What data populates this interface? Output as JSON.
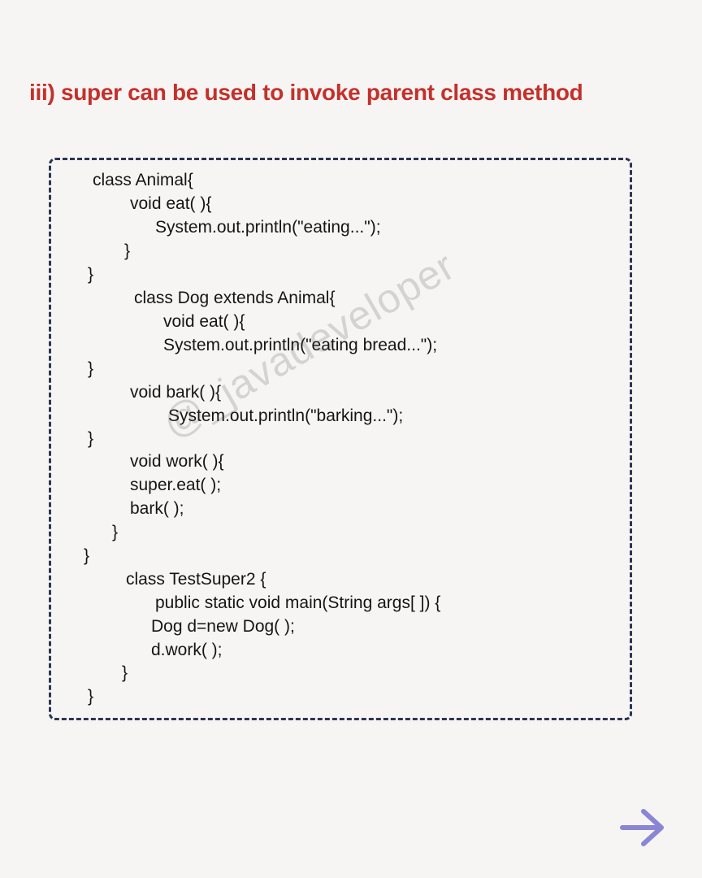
{
  "heading": "iii) super can be used to invoke parent class method",
  "code": {
    "lines": [
      "class Animal{",
      "void eat( ){",
      "System.out.println(\"eating...\");",
      "}",
      "}",
      "class Dog extends Animal{",
      "void eat( ){",
      "System.out.println(\"eating bread...\");",
      "}",
      "void bark( ){",
      "System.out.println(\"barking...\");",
      "}",
      "void work( ){",
      "super.eat( );",
      "bark( );",
      "}",
      "}",
      "class TestSuper2 {",
      "public static void main(String args[ ]) {",
      "Dog d=new Dog( );",
      "d.work( );",
      "}",
      "}"
    ]
  },
  "watermark": "@_javadeveloper",
  "colors": {
    "heading": "#c4302b",
    "border": "#2c3553",
    "arrow": "#8a86d6",
    "background": "#f6f5f3"
  },
  "icons": {
    "next": "arrow-right-icon"
  }
}
